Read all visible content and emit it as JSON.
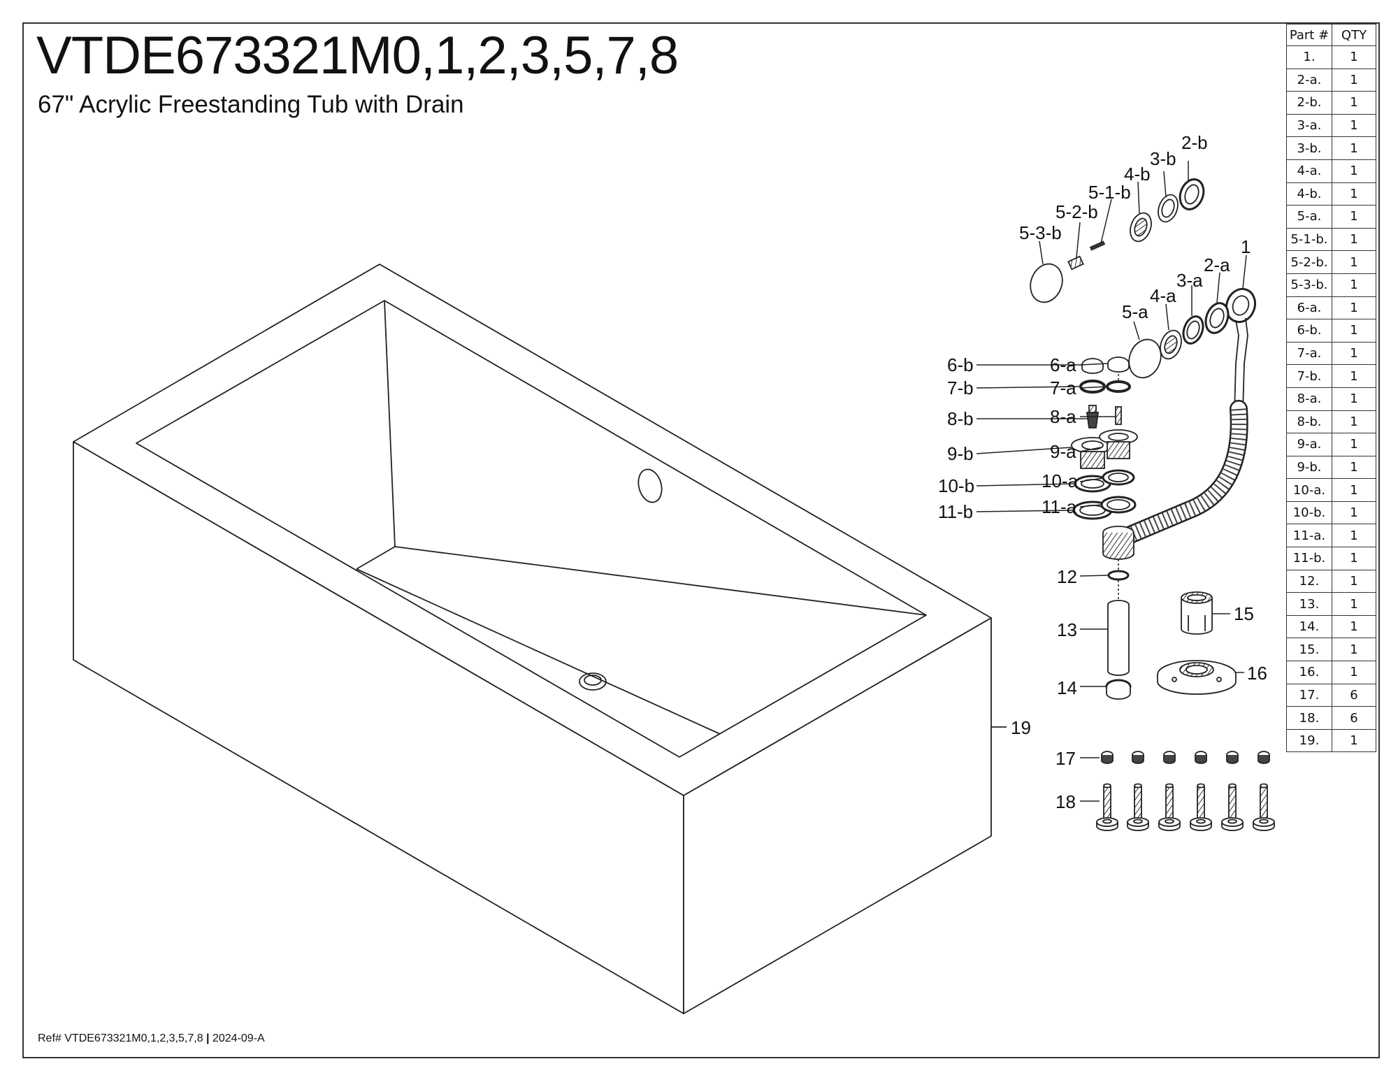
{
  "header": {
    "title": "VTDE673321M0,1,2,3,5,7,8",
    "subtitle": "67\" Acrylic Freestanding Tub with Drain"
  },
  "footer": {
    "ref_prefix": "Ref# VTDE673321M0,1,2,3,5,7,8",
    "separator": "|",
    "revision": "2024-09-A"
  },
  "table": {
    "headers": [
      "Part #",
      "QTY"
    ],
    "rows": [
      [
        "1.",
        "1"
      ],
      [
        "2-a.",
        "1"
      ],
      [
        "2-b.",
        "1"
      ],
      [
        "3-a.",
        "1"
      ],
      [
        "3-b.",
        "1"
      ],
      [
        "4-a.",
        "1"
      ],
      [
        "4-b.",
        "1"
      ],
      [
        "5-a.",
        "1"
      ],
      [
        "5-1-b.",
        "1"
      ],
      [
        "5-2-b.",
        "1"
      ],
      [
        "5-3-b.",
        "1"
      ],
      [
        "6-a.",
        "1"
      ],
      [
        "6-b.",
        "1"
      ],
      [
        "7-a.",
        "1"
      ],
      [
        "7-b.",
        "1"
      ],
      [
        "8-a.",
        "1"
      ],
      [
        "8-b.",
        "1"
      ],
      [
        "9-a.",
        "1"
      ],
      [
        "9-b.",
        "1"
      ],
      [
        "10-a.",
        "1"
      ],
      [
        "10-b.",
        "1"
      ],
      [
        "11-a.",
        "1"
      ],
      [
        "11-b.",
        "1"
      ],
      [
        "12.",
        "1"
      ],
      [
        "13.",
        "1"
      ],
      [
        "14.",
        "1"
      ],
      [
        "15.",
        "1"
      ],
      [
        "16.",
        "1"
      ],
      [
        "17.",
        "6"
      ],
      [
        "18.",
        "6"
      ],
      [
        "19.",
        "1"
      ]
    ]
  },
  "callouts": {
    "c1": "1",
    "c2a": "2-a",
    "c2b": "2-b",
    "c3a": "3-a",
    "c3b": "3-b",
    "c4a": "4-a",
    "c4b": "4-b",
    "c5a": "5-a",
    "c51b": "5-1-b",
    "c52b": "5-2-b",
    "c53b": "5-3-b",
    "c6a": "6-a",
    "c6b": "6-b",
    "c7a": "7-a",
    "c7b": "7-b",
    "c8a": "8-a",
    "c8b": "8-b",
    "c9a": "9-a",
    "c9b": "9-b",
    "c10a": "10-a",
    "c10b": "10-b",
    "c11a": "11-a",
    "c11b": "11-b",
    "c12": "12",
    "c13": "13",
    "c14": "14",
    "c15": "15",
    "c16": "16",
    "c17": "17",
    "c18": "18",
    "c19": "19"
  }
}
